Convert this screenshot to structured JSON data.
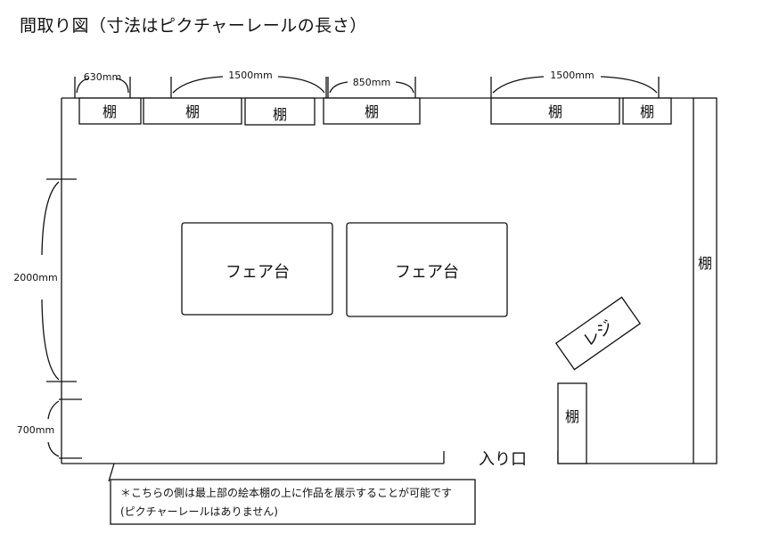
{
  "title": "間取り図（寸法はピクチャーレールの長さ）",
  "dimensions": {
    "top_1": "630mm",
    "top_2": "1500mm",
    "top_3": "850mm",
    "top_4": "1500mm",
    "left_1": "2000mm",
    "left_2": "700mm"
  },
  "shelf_label": "棚",
  "fair_table_label": "フェア台",
  "register_label": "レジ",
  "entrance_label": "入り口",
  "note": {
    "line1": "＊こちらの側は最上部の絵本棚の上に作品を展示することが可能です",
    "line2": "(ピクチャーレールはありません)"
  }
}
